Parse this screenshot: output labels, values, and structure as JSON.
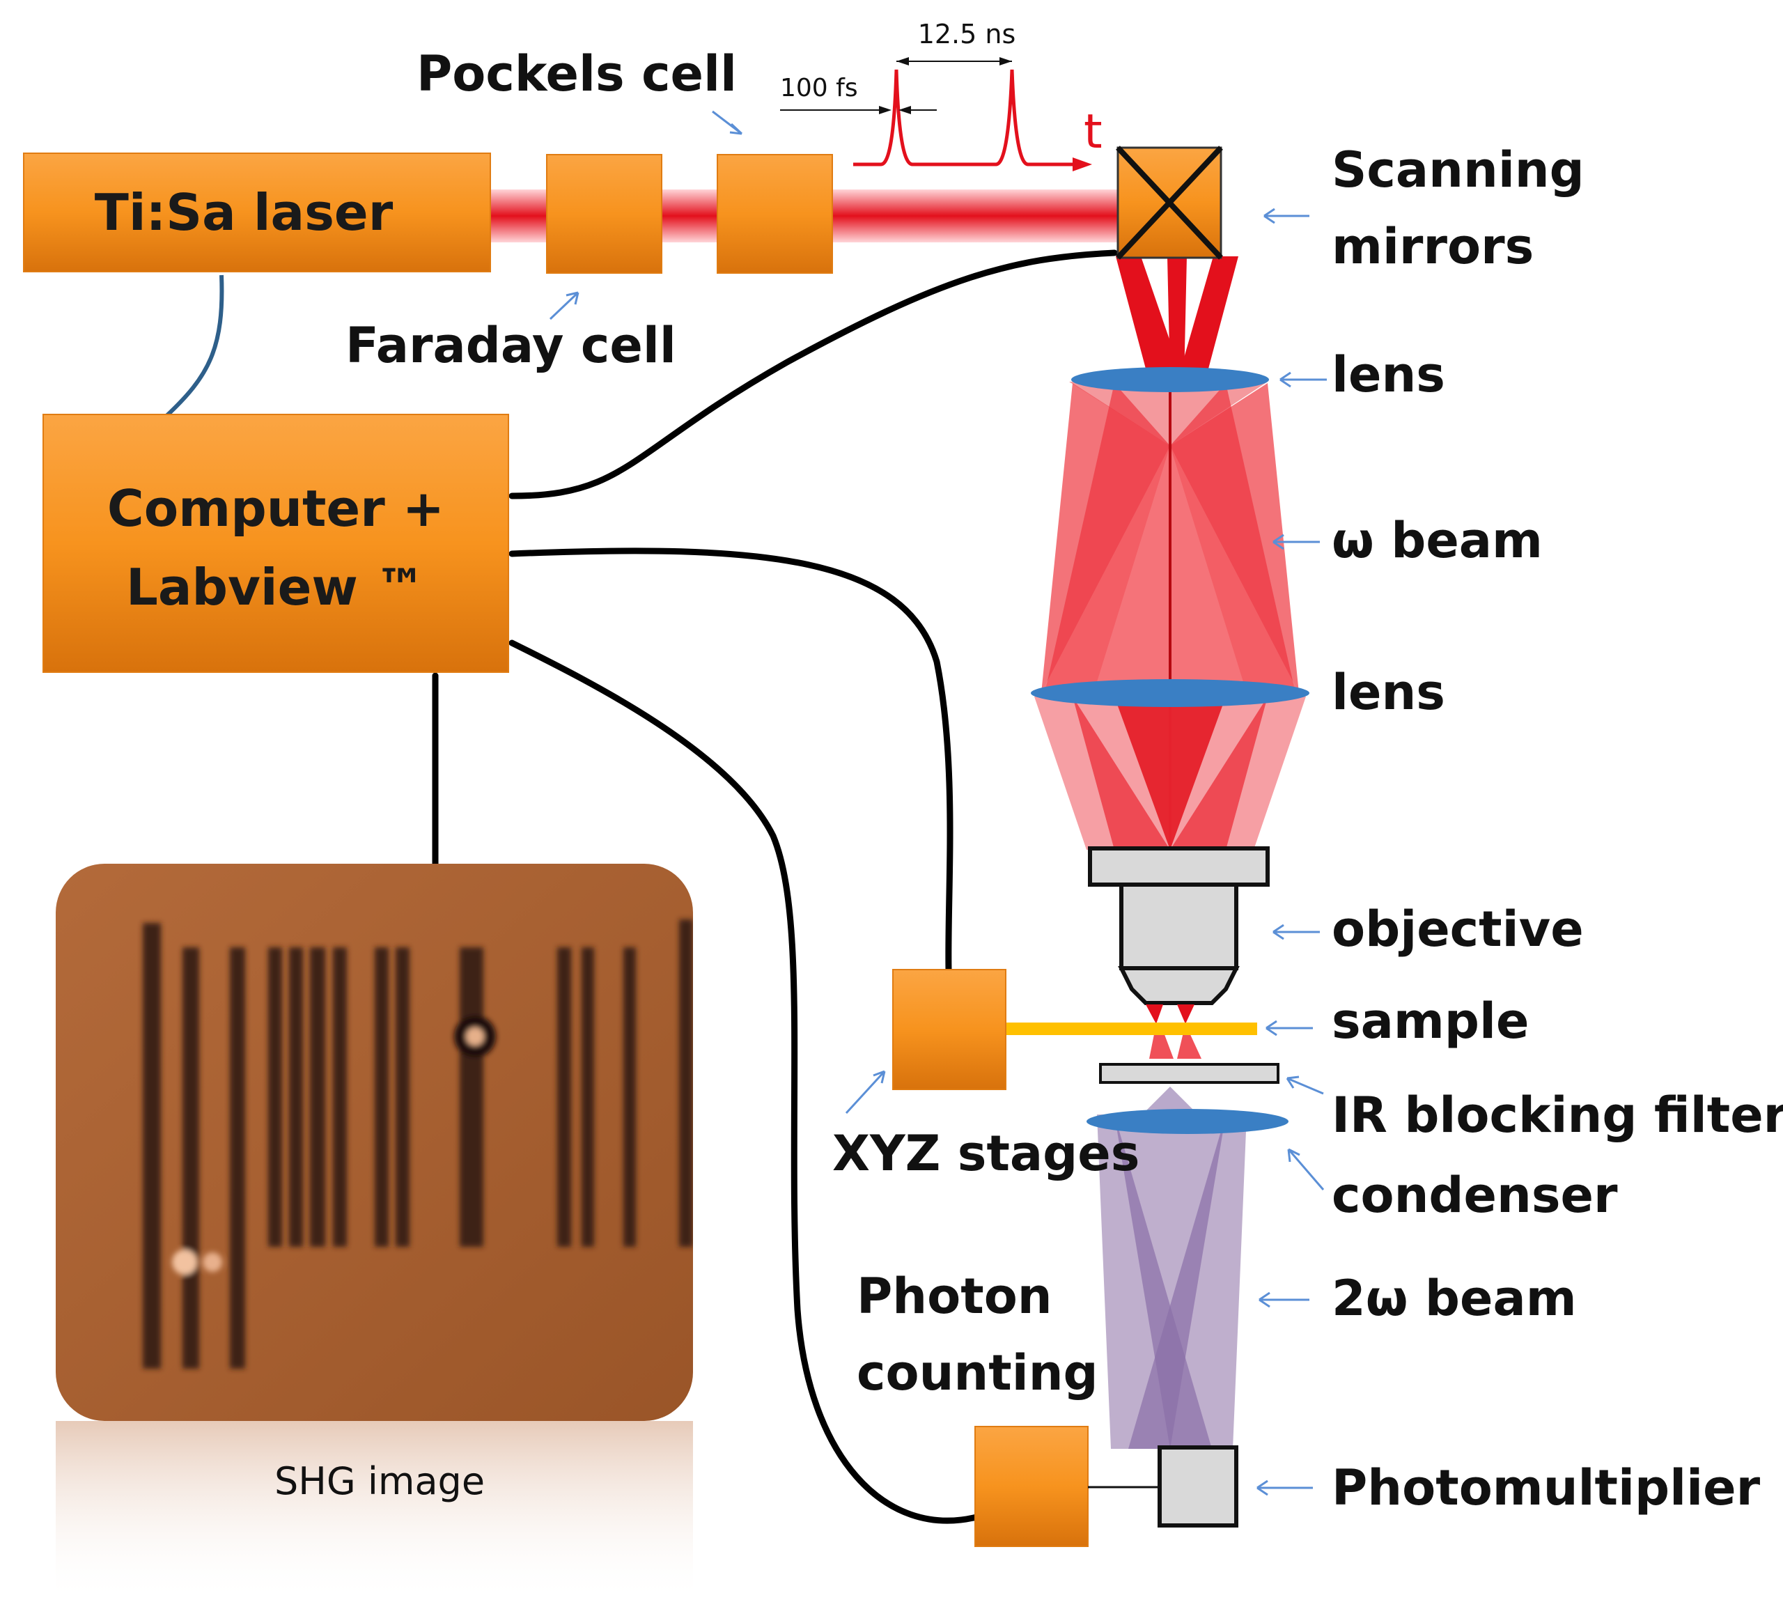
{
  "components": {
    "laser": "Ti:Sa laser",
    "computer_line1": "Computer +",
    "computer_line2": "Labview ™",
    "faraday": "Faraday cell",
    "pockels": "Pockels cell",
    "scanning_line1": "Scanning",
    "scanning_line2": "mirrors",
    "lens1": "lens",
    "omega_beam": "ω beam",
    "lens2": "lens",
    "objective": "objective",
    "sample": "sample",
    "ir_filter": "IR blocking filter",
    "condenser": "condenser",
    "two_omega_beam": "2ω beam",
    "photomultiplier": "Photomultiplier",
    "xyz_stages": "XYZ stages",
    "photon_line1": "Photon",
    "photon_line2": "counting",
    "shg_caption": "SHG image"
  },
  "pulse": {
    "period": "12.5 ns",
    "width": "100 fs",
    "time_axis": "t"
  },
  "colors": {
    "box": "#f7931e",
    "laser_beam": "#e8101e",
    "lens": "#3a7fc4",
    "harmonic_beam": "#8a6fa8",
    "sample": "#ffc000",
    "arrow": "#5b8fd6",
    "cable_blue": "#2e5f8a"
  }
}
